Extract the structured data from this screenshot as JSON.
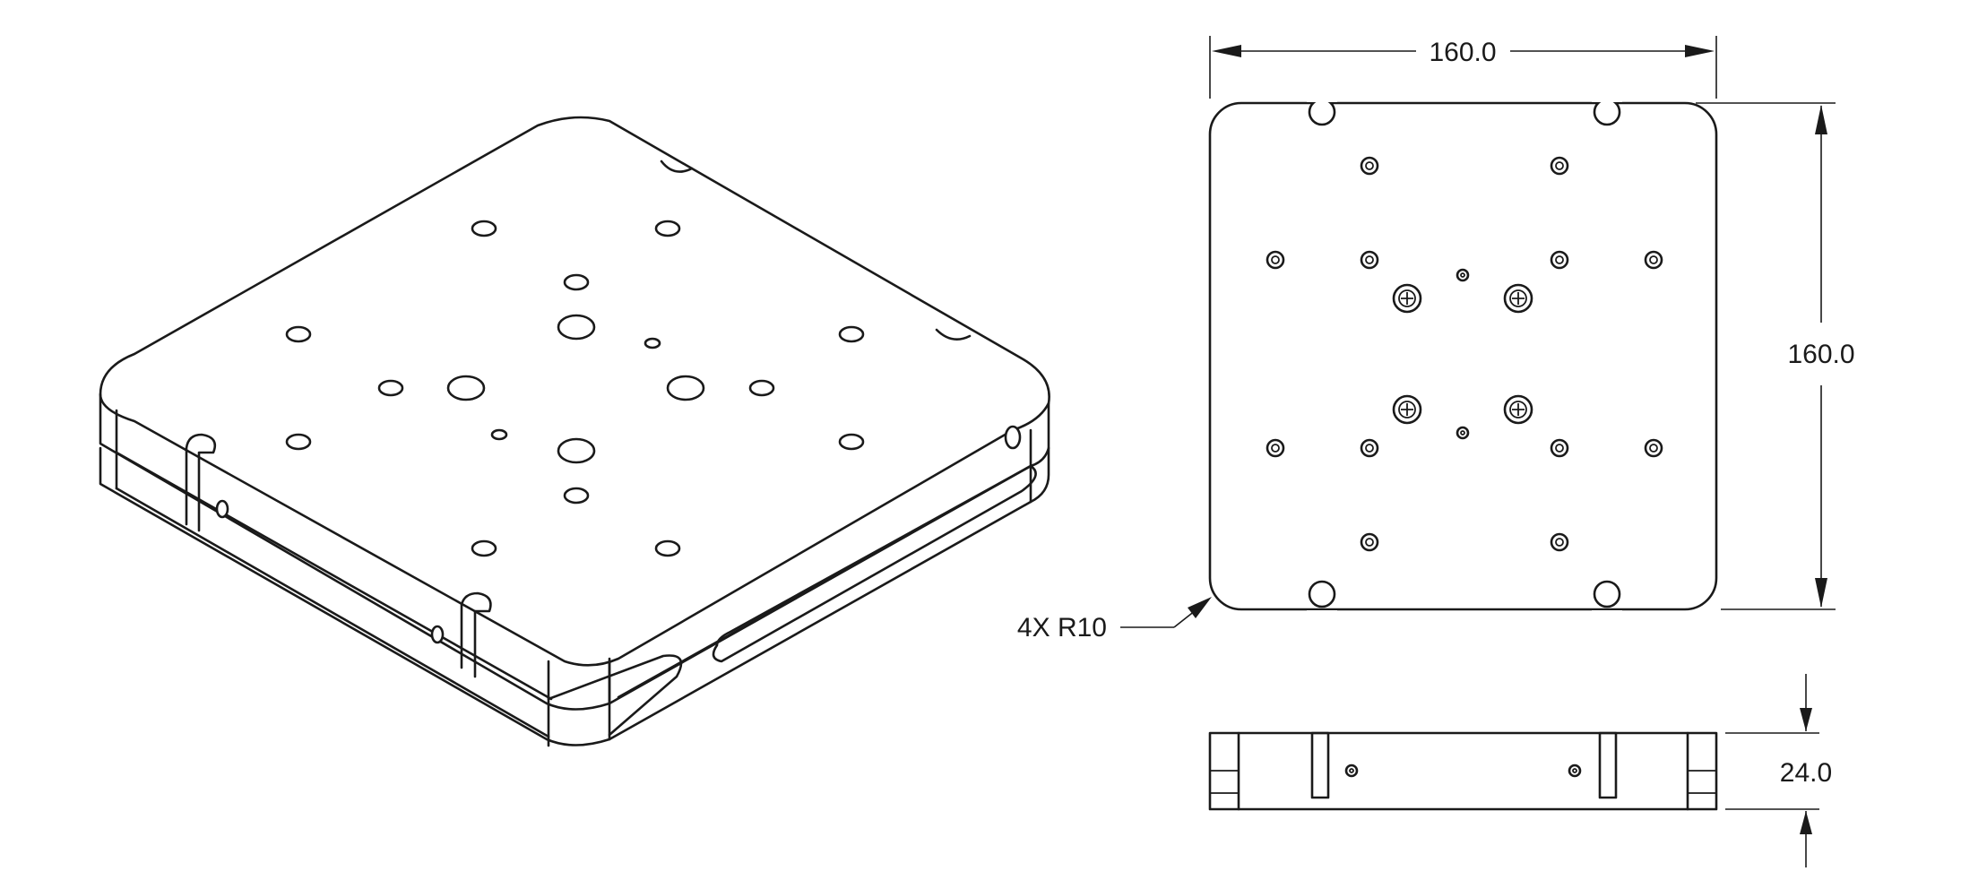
{
  "dimensions": {
    "width": "160.0",
    "height": "160.0",
    "thickness": "24.0",
    "corner_radius": "4X R10"
  },
  "colors": {
    "line": "#1a1a1a",
    "background": "#ffffff"
  }
}
